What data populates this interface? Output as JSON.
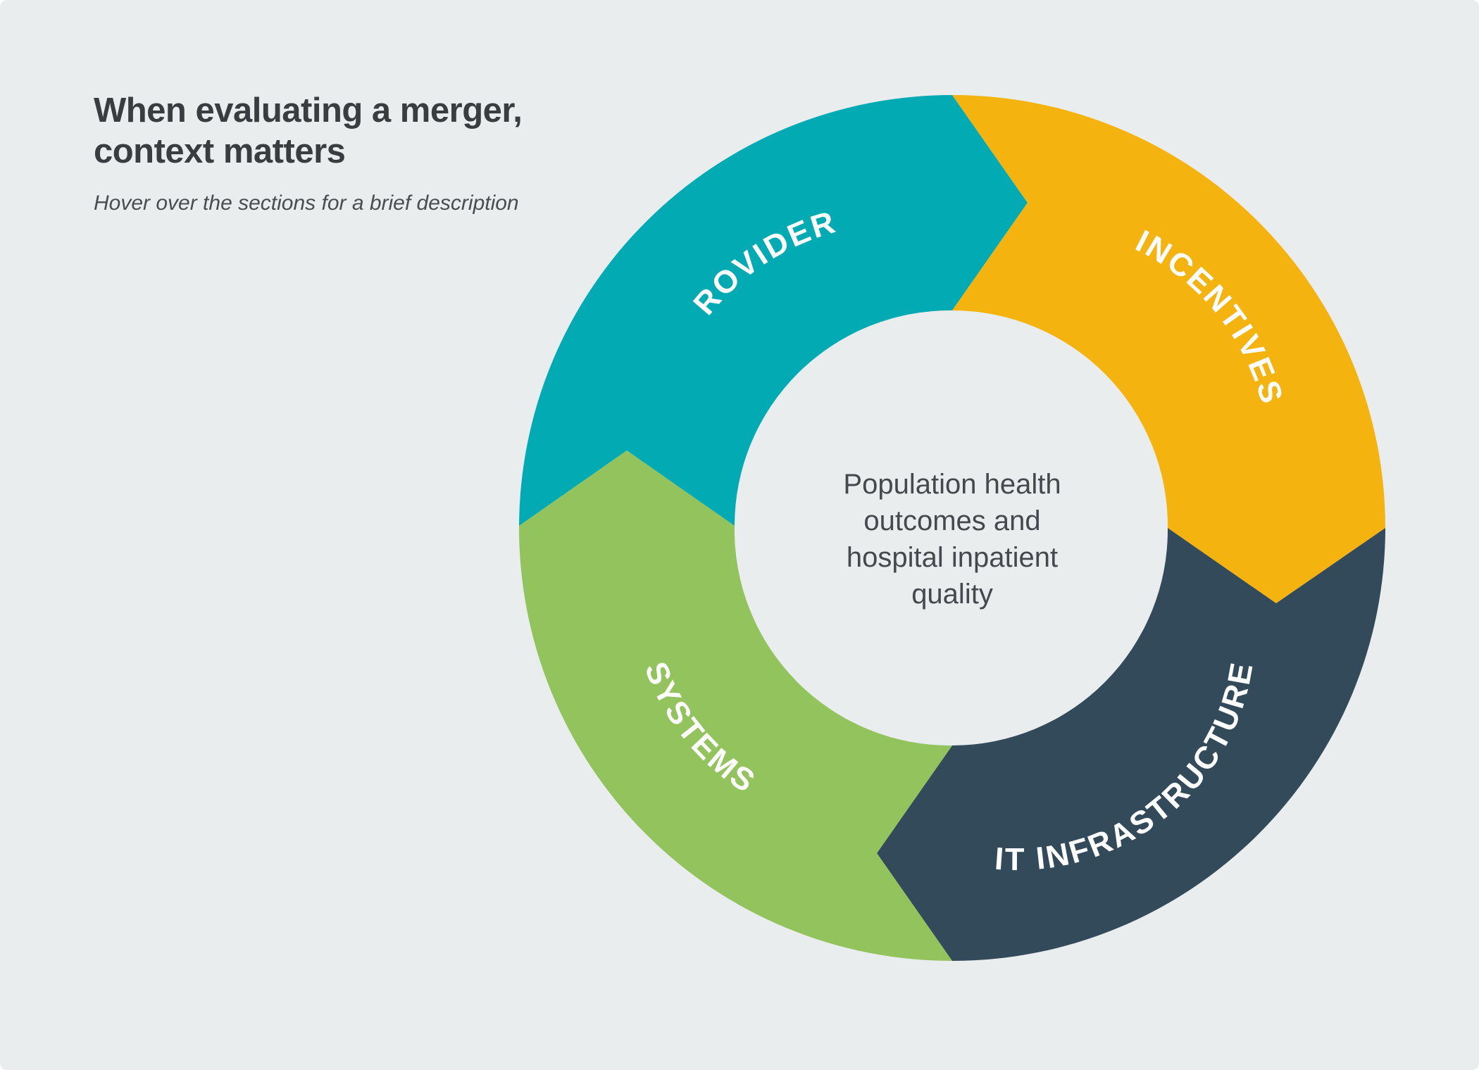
{
  "header": {
    "title_line1": "When evaluating a merger,",
    "title_line2": "context matters",
    "subtitle": "Hover over the sections for a brief description"
  },
  "diagram": {
    "center_text": {
      "line1": "Population health",
      "line2": "outcomes and",
      "line3": "hospital inpatient",
      "line4": "quality"
    },
    "segments": [
      {
        "label": "PROVIDERS",
        "color": "#02abb3"
      },
      {
        "label": "INCENTIVES",
        "color": "#f5b30f"
      },
      {
        "label": "IT INFRASTRUCTURE",
        "color": "#324a5a"
      },
      {
        "label": "SYSTEMS",
        "color": "#93c35d"
      }
    ]
  }
}
